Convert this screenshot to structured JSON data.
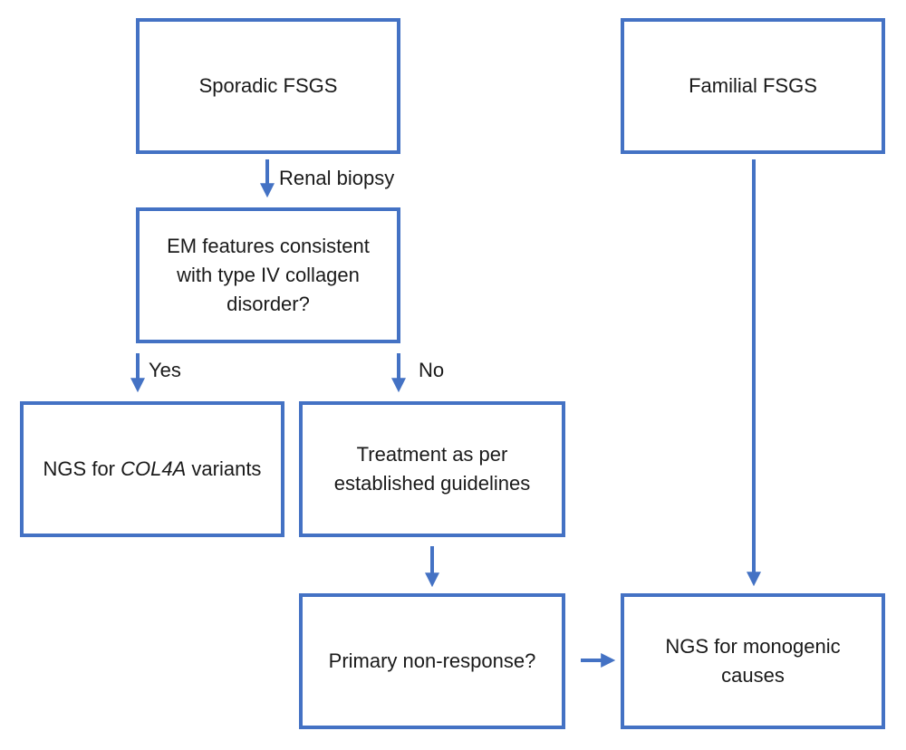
{
  "colors": {
    "accent": "#4472C4",
    "text": "#1a1a1a",
    "background": "#ffffff"
  },
  "nodes": {
    "sporadic": {
      "label": "Sporadic FSGS"
    },
    "familial": {
      "label": "Familial FSGS"
    },
    "em_question": {
      "label": "EM features consistent with type IV collagen disorder?"
    },
    "ngs_col4a": {
      "prefix": "NGS for ",
      "gene": "COL4A",
      "suffix": " variants"
    },
    "treatment": {
      "label": "Treatment as per established guidelines"
    },
    "non_response": {
      "label": "Primary non-response?"
    },
    "ngs_monogenic": {
      "label": "NGS for monogenic causes"
    }
  },
  "edge_labels": {
    "renal_biopsy": "Renal biopsy",
    "yes": "Yes",
    "no": "No"
  }
}
